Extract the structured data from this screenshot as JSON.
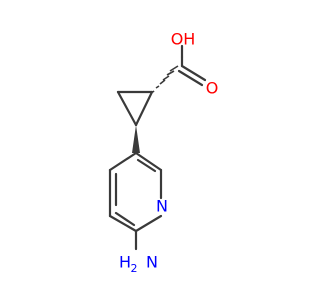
{
  "atoms": {
    "hydroxyl": {
      "text": "OH",
      "color": "#ff0000"
    },
    "carbonyl_o": {
      "text": "O",
      "color": "#ff0000"
    },
    "ring_n": {
      "text": "N",
      "color": "#0000ff"
    },
    "amine_n": {
      "text": "N",
      "color": "#0000ff"
    },
    "amine_h": {
      "text": "H",
      "color": "#0000ff"
    },
    "amine_h2_sub": {
      "text": "2",
      "color": "#0000ff"
    }
  },
  "colors": {
    "bond": "#3a3a3a"
  }
}
